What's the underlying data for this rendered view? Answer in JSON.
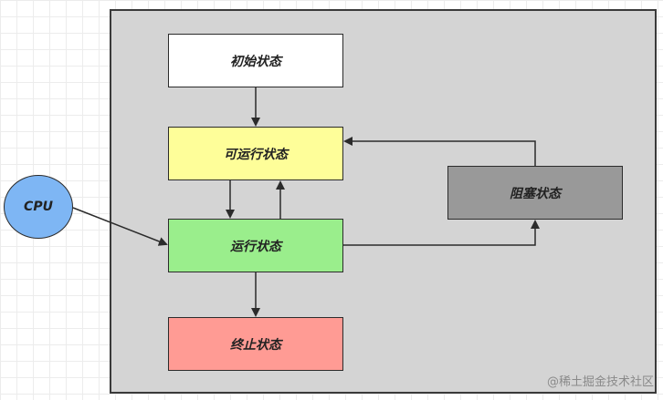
{
  "states": {
    "initial": "初始状态",
    "runnable": "可运行状态",
    "running": "运行状态",
    "blocked": "阻塞状态",
    "terminated": "终止状态"
  },
  "cpu_label": "CPU",
  "watermark": "@稀土掘金技术社区",
  "colors": {
    "initial": "#ffffff",
    "runnable": "#fefe99",
    "running": "#9aee8c",
    "blocked": "#999999",
    "terminated": "#ff9b94",
    "cpu": "#7eb6f4",
    "container": "#d4d4d4"
  },
  "edges": [
    {
      "from": "初始状态",
      "to": "可运行状态"
    },
    {
      "from": "可运行状态",
      "to": "运行状态"
    },
    {
      "from": "运行状态",
      "to": "可运行状态"
    },
    {
      "from": "运行状态",
      "to": "终止状态"
    },
    {
      "from": "运行状态",
      "to": "阻塞状态"
    },
    {
      "from": "阻塞状态",
      "to": "可运行状态"
    },
    {
      "from": "CPU",
      "to": "运行状态"
    }
  ]
}
